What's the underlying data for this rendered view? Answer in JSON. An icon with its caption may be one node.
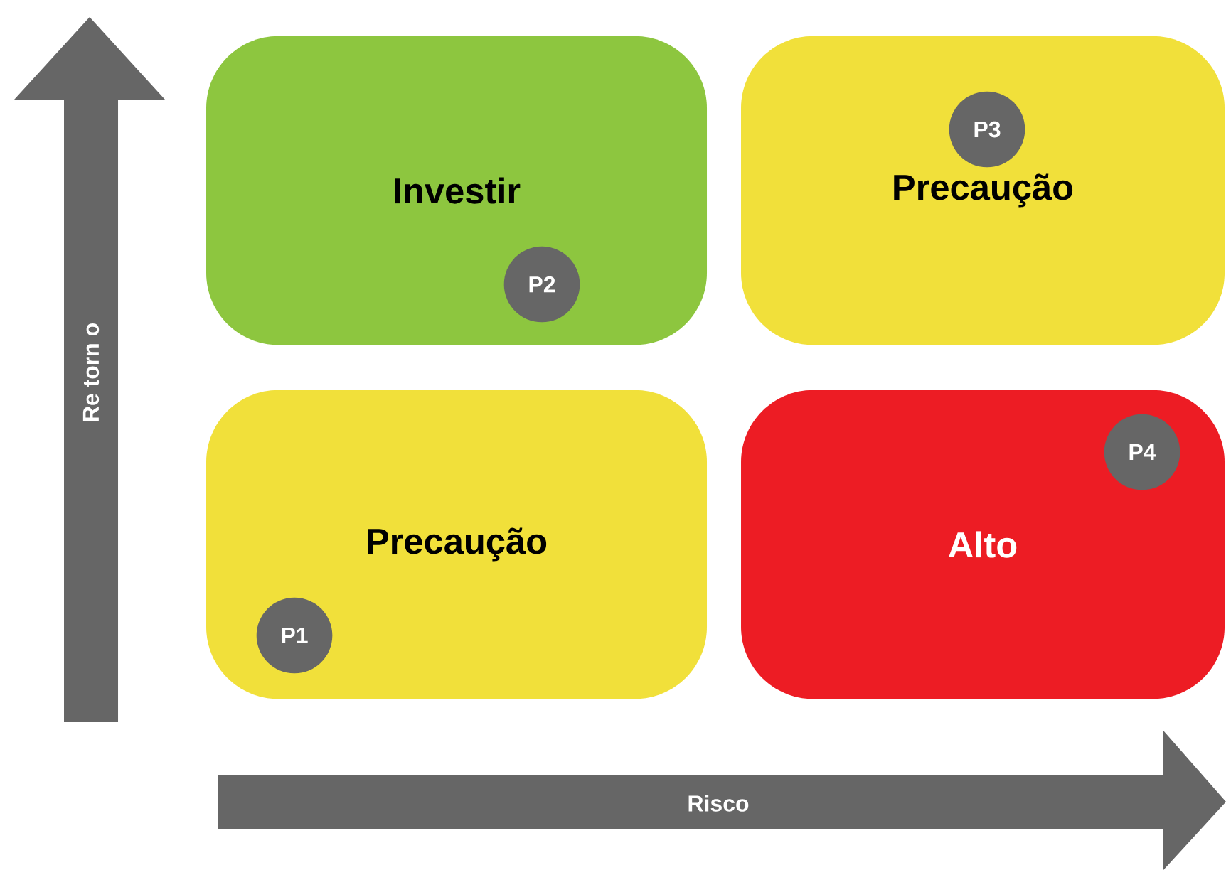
{
  "diagram": {
    "nodes": [
      {
        "text": [
          "Investir"
        ]
      },
      {
        "text": [
          "P2"
        ],
        "in": 0
      },
      {
        "text": [
          "Precaução"
        ]
      },
      {
        "text": [
          "P3"
        ],
        "in": 2
      },
      {
        "text": [
          "Precaução"
        ]
      },
      {
        "text": [
          "P1"
        ],
        "in": 4
      },
      {
        "text": [
          "Alto"
        ]
      },
      {
        "text": [
          "P4"
        ],
        "in": 6
      }
    ],
    "labels": [
      "Re torn o",
      "Risco"
    ]
  }
}
